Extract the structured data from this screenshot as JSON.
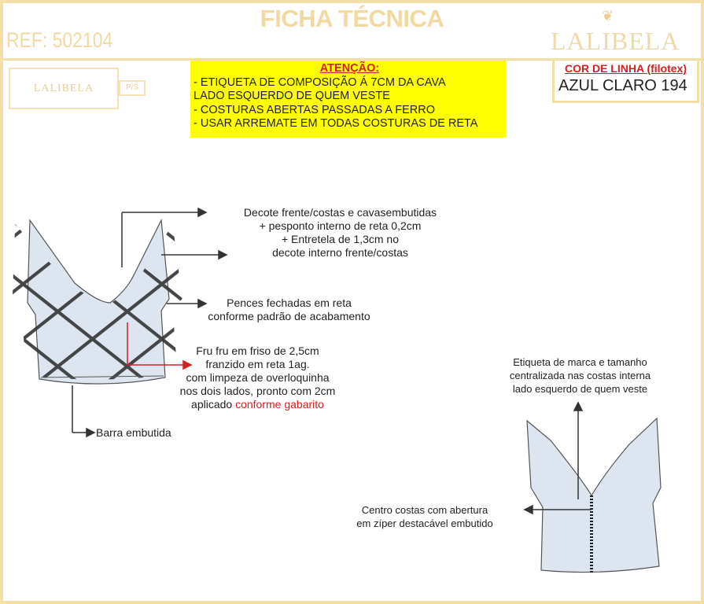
{
  "header": {
    "title": "FICHA TÉCNICA",
    "ref": "REF: 502104",
    "brand": "LALIBELA"
  },
  "label_box": {
    "brand": "LALIBELA",
    "size": "P/S"
  },
  "attention": {
    "heading": "ATENÇÃO:",
    "lines": [
      "- ETIQUETA DE COMPOSIÇÃO Á 7CM DA CAVA",
      "LADO ESQUERDO DE QUEM VESTE",
      "- COSTURAS ABERTAS PASSADAS A FERRO",
      "- USAR ARREMATE EM TODAS COSTURAS DE RETA"
    ]
  },
  "thread": {
    "heading": "COR DE LINHA (filotex)",
    "value": "AZUL CLARO 194"
  },
  "notes": {
    "decote": [
      "Decote frente/costas e cavasembutidas",
      "+ pesponto interno de reta 0,2cm",
      "+ Entretela de 1,3cm no",
      "decote interno frente/costas"
    ],
    "pences": [
      "Pences fechadas em reta",
      "conforme padrão de acabamento"
    ],
    "frufru": [
      "Fru fru em friso de 2,5cm",
      "franzido em reta 1ag.",
      "com limpeza de overloquinha",
      "nos dois lados, pronto com 2cm",
      "aplicado "
    ],
    "frufru_red": "conforme gabarito",
    "barra": "Barra embutida",
    "etiqueta": [
      "Etiqueta de marca e tamanho",
      "centralizada nas costas interna",
      "lado esquerdo de quem veste"
    ],
    "centro": [
      "Centro costas com abertura",
      "em zíper destacável embutido"
    ]
  },
  "colors": {
    "beige": "#f3dfa6",
    "yellow": "#ffff00",
    "red": "#d42020",
    "fabric": "#dde6f0"
  }
}
